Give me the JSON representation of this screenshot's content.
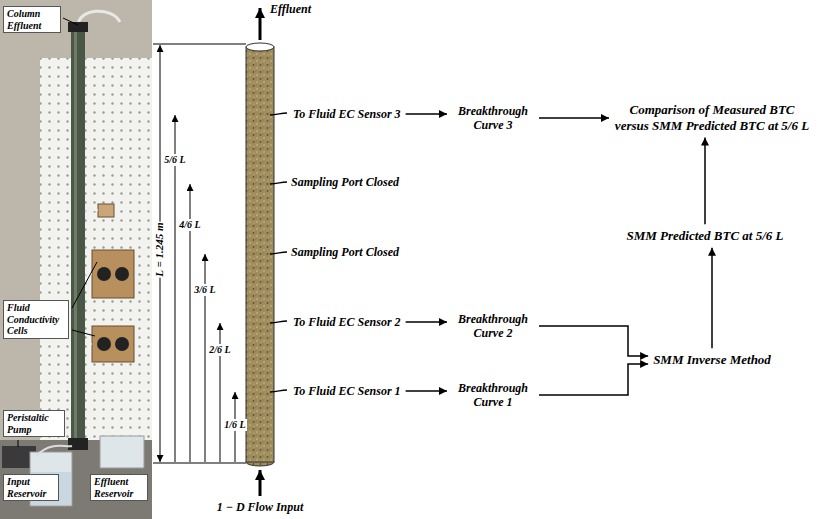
{
  "diagram": {
    "nodes": [
      {
        "text": [
          "To Fluid EC Sensor 3"
        ]
      },
      {
        "text": [
          "Breakthrough Curve 3"
        ]
      },
      {
        "text": [
          "Comparison of Measured BTC versus SMM Predicted BTC at 5/6 L"
        ]
      },
      {
        "text": [
          "SMM Predicted BTC at 5/6 L"
        ]
      },
      {
        "text": [
          "To Fluid EC Sensor 2"
        ]
      },
      {
        "text": [
          "Breakthrough Curve 2"
        ]
      },
      {
        "text": [
          "SMM Inverse Method"
        ]
      },
      {
        "text": [
          "To Fluid EC Sensor 1"
        ]
      },
      {
        "text": [
          "Breakthrough Curve 1"
        ]
      }
    ],
    "edges": [
      {
        "from": 0,
        "to": 1,
        "arrow": "to"
      },
      {
        "from": 1,
        "to": 2,
        "arrow": "to"
      },
      {
        "from": 4,
        "to": 5,
        "arrow": "to"
      },
      {
        "from": 5,
        "to": 6,
        "arrow": "to"
      },
      {
        "from": 7,
        "to": 8,
        "arrow": "to"
      },
      {
        "from": 8,
        "to": 6,
        "arrow": "to"
      },
      {
        "from": 6,
        "to": 3,
        "arrow": "to"
      },
      {
        "from": 3,
        "to": 2,
        "arrow": "to"
      }
    ],
    "labels": [
      "Column Effluent",
      "Fluid Conductivity Cells",
      "Peristaltic Pump",
      "Input Reservoir",
      "Effluent Reservoir",
      "L = 1.245 m",
      "5/6 L",
      "4/6 L",
      "3/6 L",
      "2/6 L",
      "1/6 L",
      "Effluent",
      "Sampling Port Closed",
      "Sampling Port Closed",
      "1 − D Flow Input"
    ]
  }
}
